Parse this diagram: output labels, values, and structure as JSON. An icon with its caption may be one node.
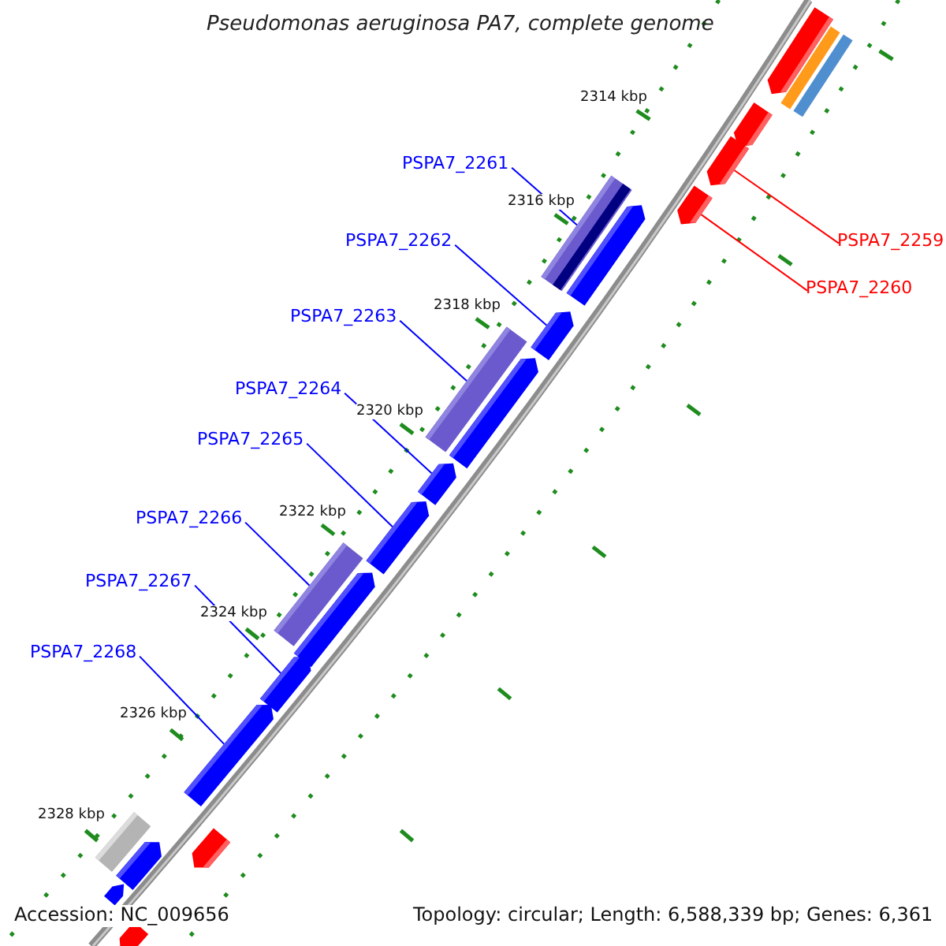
{
  "diagram": {
    "title": "Pseudomonas aeruginosa PA7, complete genome",
    "nodes": [
      {
        "text": [
          "PSPA7_2261"
        ]
      },
      {
        "text": [
          "PSPA7_2262"
        ]
      },
      {
        "text": [
          "PSPA7_2259"
        ]
      },
      {
        "text": [
          "PSPA7_2260"
        ]
      },
      {
        "text": [
          "PSPA7_2263"
        ]
      },
      {
        "text": [
          "PSPA7_2264"
        ]
      },
      {
        "text": [
          "PSPA7_2265"
        ]
      },
      {
        "text": [
          "PSPA7_2266"
        ]
      },
      {
        "text": [
          "PSPA7_2267"
        ]
      },
      {
        "text": [
          "PSPA7_2268"
        ]
      },
      {
        "text": [],
        "shape": "pentagon"
      },
      {
        "text": [],
        "shape": "bar"
      },
      {
        "text": [],
        "shape": "bar"
      },
      {
        "text": [],
        "shape": "pentagon"
      },
      {
        "text": [],
        "shape": "pentagon"
      },
      {
        "text": [],
        "shape": "pentagon"
      },
      {
        "text": [],
        "shape": "bar"
      },
      {
        "text": [],
        "shape": "pentagon"
      },
      {
        "text": [],
        "shape": "pentagon"
      },
      {
        "text": [],
        "shape": "bar"
      },
      {
        "text": [],
        "shape": "pentagon"
      },
      {
        "text": [],
        "shape": "pentagon"
      },
      {
        "text": [],
        "shape": "pentagon"
      },
      {
        "text": [],
        "shape": "bar"
      },
      {
        "text": [],
        "shape": "pentagon"
      },
      {
        "text": [],
        "shape": "pentagon"
      },
      {
        "text": [],
        "shape": "pentagon"
      },
      {
        "text": [],
        "shape": "bar"
      },
      {
        "text": [],
        "shape": "pentagon"
      },
      {
        "text": [],
        "shape": "pentagon"
      },
      {
        "text": [],
        "shape": "pentagon"
      },
      {
        "text": [],
        "shape": "pentagon"
      }
    ],
    "edges": [
      {
        "from": 0,
        "to": 16,
        "arrow": "none"
      },
      {
        "from": 1,
        "to": 18,
        "arrow": "none"
      },
      {
        "from": 2,
        "to": 14,
        "arrow": "none",
        "color": "#ff0000"
      },
      {
        "from": 3,
        "to": 15,
        "arrow": "none",
        "color": "#ff0000"
      },
      {
        "from": 4,
        "to": 19,
        "arrow": "none"
      },
      {
        "from": 5,
        "to": 21,
        "arrow": "none"
      },
      {
        "from": 6,
        "to": 22,
        "arrow": "none"
      },
      {
        "from": 7,
        "to": 23,
        "arrow": "none"
      },
      {
        "from": 8,
        "to": 25,
        "arrow": "none"
      },
      {
        "from": 9,
        "to": 26,
        "arrow": "none"
      }
    ],
    "labels": [
      "2314 kbp",
      "2316 kbp",
      "2318 kbp",
      "2320 kbp",
      "2322 kbp",
      "2324 kbp",
      "2326 kbp",
      "2328 kbp",
      "Accession: NC_009656",
      "Topology: circular; Length: 6,588,339 bp; Genes: 6,361"
    ]
  }
}
